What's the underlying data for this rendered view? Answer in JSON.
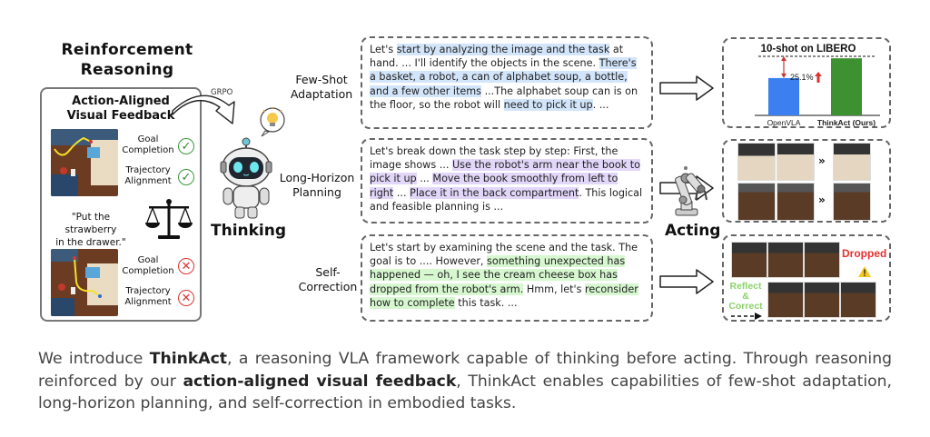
{
  "left_panel": {
    "title_line1": "Reinforcement",
    "title_line2": "Reasoning",
    "feedback_title_line1": "Action-Aligned",
    "feedback_title_line2": "Visual Feedback",
    "success_example": {
      "metrics": [
        {
          "label_line1": "Goal",
          "label_line2": "Completion",
          "status": "pass",
          "icon": "check-icon"
        },
        {
          "label_line1": "Trajectory",
          "label_line2": "Alignment",
          "status": "pass",
          "icon": "check-icon"
        }
      ]
    },
    "instruction_line1": "\"Put the strawberry",
    "instruction_line2": "in the drawer.\"",
    "failure_example": {
      "metrics": [
        {
          "label_line1": "Goal",
          "label_line2": "Completion",
          "status": "fail",
          "icon": "cross-icon"
        },
        {
          "label_line1": "Trajectory",
          "label_line2": "Alignment",
          "status": "fail",
          "icon": "cross-icon"
        }
      ]
    }
  },
  "center": {
    "grpo_label": "GRPO",
    "thinking_label": "Thinking",
    "acting_label": "Acting"
  },
  "capabilities": [
    {
      "label_line1": "Few-Shot",
      "label_line2": "Adaptation",
      "highlight_color": "#d3e5fb",
      "segments": [
        {
          "text": "Let's ",
          "hl": false
        },
        {
          "text": "start by analyzing the image and the task",
          "hl": true
        },
        {
          "text": " at hand. ... I'll identify the objects in the scene. ",
          "hl": false
        },
        {
          "text": "There's a basket, a robot, a can of alphabet soup, a bottle, and a few other items",
          "hl": true
        },
        {
          "text": " ...The alphabet soup can is on the floor, so the robot will ",
          "hl": false
        },
        {
          "text": "need to pick it up",
          "hl": true
        },
        {
          "text": ". ...",
          "hl": false
        }
      ]
    },
    {
      "label_line1": "Long-Horizon",
      "label_line2": "Planning",
      "highlight_color": "#e2d6f9",
      "segments": [
        {
          "text": "Let's break down the task step by step: First, the image shows ... ",
          "hl": false
        },
        {
          "text": "Use the robot's arm near the book to pick it up",
          "hl": true
        },
        {
          "text": " ... ",
          "hl": false
        },
        {
          "text": "Move the book smoothly from left to right",
          "hl": true
        },
        {
          "text": " ... ",
          "hl": false
        },
        {
          "text": "Place it in the back compartment",
          "hl": true
        },
        {
          "text": ". This logical and feasible planning is ...",
          "hl": false
        }
      ]
    },
    {
      "label_line1": "Self-",
      "label_line2": "Correction",
      "highlight_color": "#d6f7cf",
      "segments": [
        {
          "text": "Let's start by examining the scene and the task. The goal is to .... However, ",
          "hl": false
        },
        {
          "text": "something unexpected has happened — oh, I see the cream cheese box has dropped from the robot's arm.",
          "hl": true
        },
        {
          "text": " Hmm, let's ",
          "hl": false
        },
        {
          "text": "reconsider how to complete",
          "hl": true
        },
        {
          "text": " this task. ...",
          "hl": false
        }
      ]
    }
  ],
  "chart_data": {
    "type": "bar",
    "title": "10-shot on LIBERO",
    "categories": [
      "OpenVLA",
      "ThinkAct (Ours)"
    ],
    "values": [
      47.4,
      72.5
    ],
    "colors": [
      "#3b7ff0",
      "#3d9130"
    ],
    "annotation": "25.1%",
    "annotation_arrow": "up",
    "xlabel": "",
    "ylabel": "",
    "grid": false,
    "ylim": [
      0,
      75
    ]
  },
  "self_correction_panel": {
    "dropped_label": "Dropped",
    "warning_icon": "warning-icon",
    "reflect_line1": "Reflect",
    "reflect_line2": "&",
    "reflect_line3": "Correct",
    "dropped_color": "#e53030",
    "reflect_color": "#8bd16a"
  },
  "caption": {
    "p1": "We introduce ",
    "b1": "ThinkAct",
    "p2": ", a reasoning VLA framework capable of thinking before acting. Through reasoning reinforced by our ",
    "b2": "action-aligned visual feedback",
    "p3": ", ThinkAct enables capabilities of few-shot adaptation, long-horizon planning, and self-correction in embodied tasks."
  }
}
